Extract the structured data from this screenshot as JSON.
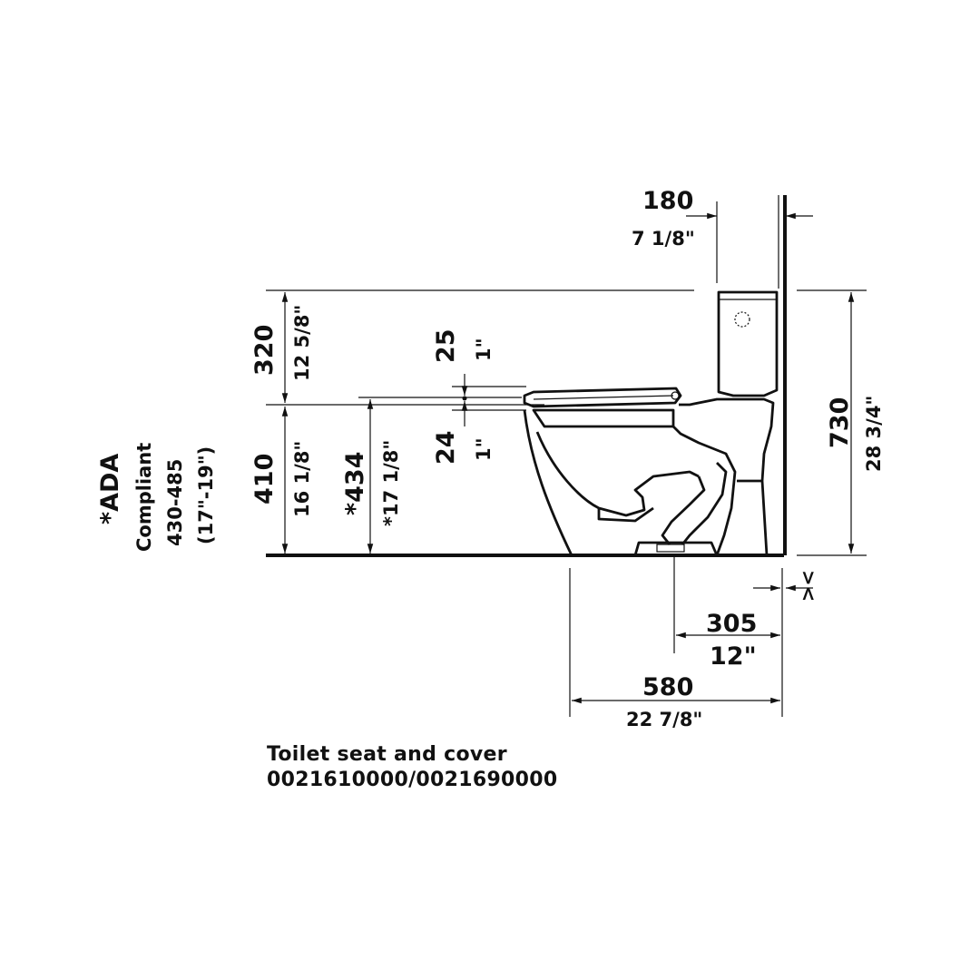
{
  "dimensions": {
    "tank_offset_mm": "180",
    "tank_offset_in": "7 1/8\"",
    "total_height_mm": "730",
    "total_height_in": "28 3/4\"",
    "tank_above_seat_mm": "320",
    "tank_above_seat_in": "12 5/8\"",
    "seat_height_mm": "410",
    "seat_height_in": "16 1/8\"",
    "seat_height_with_seat_mm": "*434",
    "seat_height_with_seat_in": "*17 1/8\"",
    "seat_thickness_upper_mm": "25",
    "seat_thickness_upper_in": "1\"",
    "seat_thickness_lower_mm": "24",
    "seat_thickness_lower_in": "1\"",
    "rough_in_mm": "305",
    "rough_in_in": "12\"",
    "depth_mm": "580",
    "depth_in": "22 7/8\"",
    "wall_gap_symbol": "><"
  },
  "ada_note": {
    "line1": "*ADA",
    "line2": "Compliant",
    "line3": "430-485",
    "line4": "(17\"-19\")"
  },
  "seat_note": {
    "line1": "Toilet seat and cover",
    "line2": "0021610000/0021690000"
  }
}
